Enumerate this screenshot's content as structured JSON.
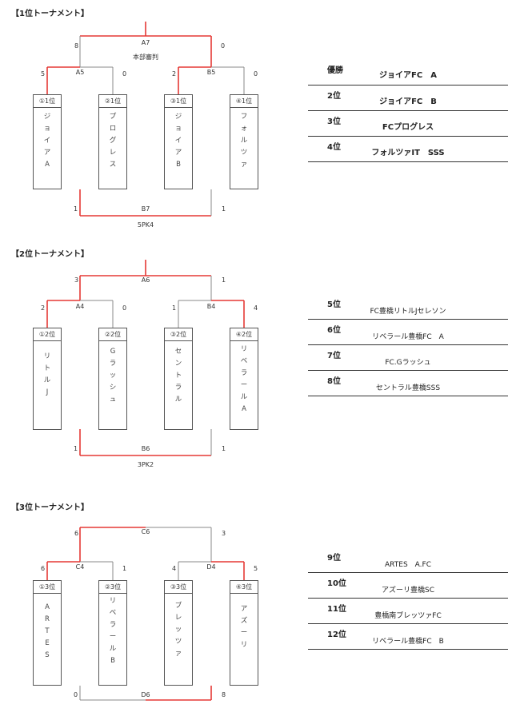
{
  "t1": {
    "title": "【1位トーナメント】",
    "final": {
      "label": "A7",
      "sub": "本部審判",
      "left": "8",
      "right": "0"
    },
    "semiL": {
      "label": "A5",
      "left": "5",
      "right": "0"
    },
    "semiR": {
      "label": "B5",
      "left": "2",
      "right": "0"
    },
    "third": {
      "label": "B7",
      "left": "1",
      "right": "1",
      "pk": "5PK4"
    },
    "teams": [
      {
        "seed": "①1位",
        "name": [
          "ジ",
          "ョ",
          "イ",
          "ア",
          "A"
        ]
      },
      {
        "seed": "②1位",
        "name": [
          "プ",
          "ロ",
          "グ",
          "レ",
          "ス"
        ]
      },
      {
        "seed": "③1位",
        "name": [
          "ジ",
          "ョ",
          "イ",
          "ア",
          "B"
        ]
      },
      {
        "seed": "④1位",
        "name": [
          "フ",
          "ォ",
          "ル",
          "ツ",
          "ァ"
        ]
      }
    ],
    "results": [
      {
        "place": "優勝",
        "team": "ジョイアFC　A"
      },
      {
        "place": "2位",
        "team": "ジョイアFC　B"
      },
      {
        "place": "3位",
        "team": "FCプログレス"
      },
      {
        "place": "4位",
        "team": "フォルツァIT　SSS"
      }
    ]
  },
  "t2": {
    "title": "【2位トーナメント】",
    "final": {
      "label": "A6",
      "left": "3",
      "right": "1"
    },
    "semiL": {
      "label": "A4",
      "left": "2",
      "right": "0"
    },
    "semiR": {
      "label": "B4",
      "left": "1",
      "right": "4"
    },
    "third": {
      "label": "B6",
      "left": "1",
      "right": "1",
      "pk": "3PK2"
    },
    "teams": [
      {
        "seed": "①2位",
        "name": [
          "リ",
          "ト",
          "ル",
          "J"
        ]
      },
      {
        "seed": "②2位",
        "name": [
          "G",
          "ラ",
          "ッ",
          "シ",
          "ュ"
        ]
      },
      {
        "seed": "③2位",
        "name": [
          "セ",
          "ン",
          "ト",
          "ラ",
          "ル"
        ]
      },
      {
        "seed": "④2位",
        "name": [
          "リ",
          "ベ",
          "ラ",
          "ー",
          "ル",
          "A"
        ]
      }
    ],
    "results": [
      {
        "place": "5位",
        "team": "FC豊橋リトルJセレソン"
      },
      {
        "place": "6位",
        "team": "リベラール豊橋FC　A"
      },
      {
        "place": "7位",
        "team": "FC.Gラッシュ"
      },
      {
        "place": "8位",
        "team": "セントラル豊橋SSS"
      }
    ]
  },
  "t3": {
    "title": "【3位トーナメント】",
    "final": {
      "label": "C6",
      "left": "6",
      "right": "3"
    },
    "semiL": {
      "label": "C4",
      "left": "6",
      "right": "1"
    },
    "semiR": {
      "label": "D4",
      "left": "4",
      "right": "5"
    },
    "third": {
      "label": "D6",
      "left": "0",
      "right": "8"
    },
    "teams": [
      {
        "seed": "①3位",
        "name": [
          "A",
          "R",
          "T",
          "E",
          "S"
        ]
      },
      {
        "seed": "②3位",
        "name": [
          "リ",
          "ベ",
          "ラ",
          "ー",
          "ル",
          "B"
        ]
      },
      {
        "seed": "③3位",
        "name": [
          "ブ",
          "レ",
          "ッ",
          "ツ",
          "ァ"
        ]
      },
      {
        "seed": "④3位",
        "name": [
          "ア",
          "ズ",
          "ー",
          "リ"
        ]
      }
    ],
    "results": [
      {
        "place": "9位",
        "team": "ARTES　A.FC"
      },
      {
        "place": "10位",
        "team": "アズーリ豊橋SC"
      },
      {
        "place": "11位",
        "team": "豊橋南ブレッツァFC"
      },
      {
        "place": "12位",
        "team": "リベラール豊橋FC　B"
      }
    ]
  }
}
